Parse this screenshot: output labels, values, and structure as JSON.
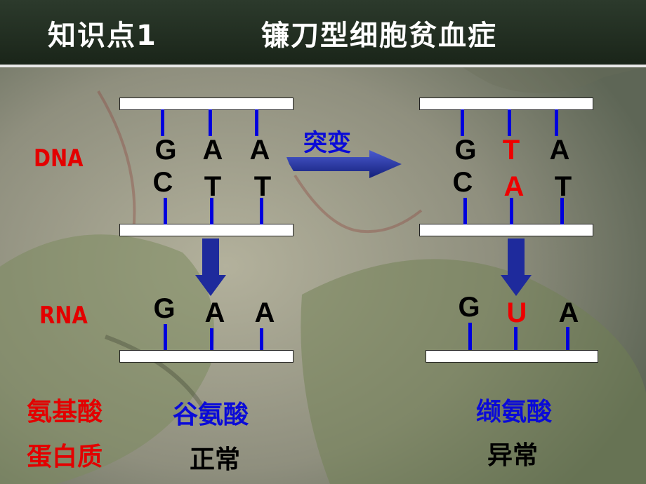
{
  "title": {
    "part1": "知识点1",
    "part2": "镰刀型细胞贫血症"
  },
  "labels": {
    "dna": "DNA",
    "rna": "RNA",
    "amino_acid": "氨基酸",
    "protein": "蛋白质",
    "mutation": "突变"
  },
  "normal": {
    "dna_top": [
      "G",
      "A",
      "A"
    ],
    "dna_bottom": [
      "C",
      "T",
      "T"
    ],
    "rna": [
      "G",
      "A",
      "A"
    ],
    "amino_acid": "谷氨酸",
    "protein_status": "正常"
  },
  "mutant": {
    "dna_top": [
      "G",
      "T",
      "A"
    ],
    "dna_bottom": [
      "C",
      "A",
      "T"
    ],
    "rna": [
      "G",
      "U",
      "A"
    ],
    "amino_acid": "缬氨酸",
    "protein_status": "异常"
  },
  "colors": {
    "highlight_red": "#ee0000",
    "rung_blue": "#0000dd",
    "arrow_blue": "#1e2a9c",
    "label_blue": "#0a0ad8"
  }
}
